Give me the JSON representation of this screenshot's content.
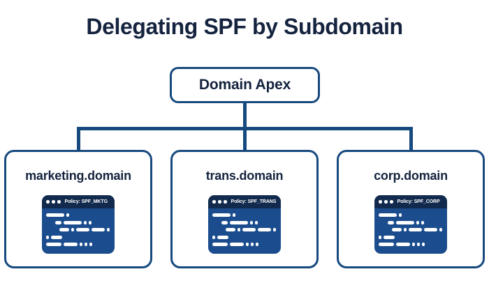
{
  "title": "Delegating SPF by Subdomain",
  "colors": {
    "border_blue": "#16497e",
    "text_navy": "#15233f",
    "icon_body_blue": "#1b4d8e",
    "icon_titlebar_navy": "#112a4d",
    "background": "#ffffff"
  },
  "apex": {
    "label": "Domain Apex"
  },
  "children": [
    {
      "label": "marketing.domain",
      "icon_name": "terminal-policy-icon",
      "policy_title": "Policy: SPF_MKTG"
    },
    {
      "label": "trans.domain",
      "icon_name": "terminal-policy-icon",
      "policy_title": "Policy: SPF_TRANS"
    },
    {
      "label": "corp.domain",
      "icon_name": "terminal-policy-icon",
      "policy_title": "Policy: SPF_CORP"
    }
  ],
  "icon_code_rows": [
    [
      {
        "indent": 0,
        "w": 26
      },
      {
        "indent": 0,
        "w": 4
      }
    ],
    [
      {
        "indent": 10,
        "w": 9
      },
      {
        "indent": 0,
        "w": 26
      },
      {
        "indent": 0,
        "w": 4
      },
      {
        "indent": 0,
        "w": 4
      }
    ],
    [
      {
        "indent": 16,
        "w": 14
      },
      {
        "indent": 0,
        "w": 4
      },
      {
        "indent": 0,
        "w": 19
      },
      {
        "indent": 0,
        "w": 19
      },
      {
        "indent": 0,
        "w": 4
      }
    ],
    [
      {
        "indent": 0,
        "w": 4
      },
      {
        "indent": 0,
        "w": 16
      }
    ],
    [
      {
        "indent": 0,
        "w": 22
      },
      {
        "indent": 0,
        "w": 20
      },
      {
        "indent": 0,
        "w": 4
      },
      {
        "indent": 0,
        "w": 4
      },
      {
        "indent": 0,
        "w": 4
      }
    ]
  ]
}
